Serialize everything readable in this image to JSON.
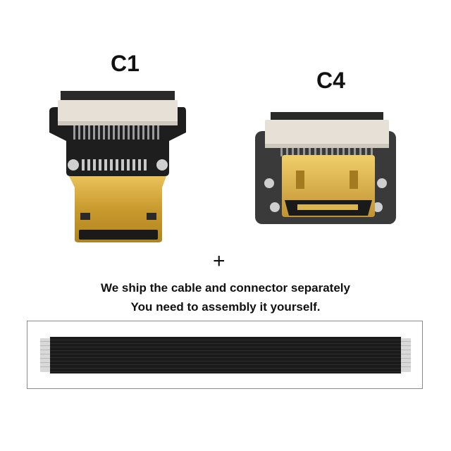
{
  "labels": {
    "left_connector": "C1",
    "right_connector": "C4"
  },
  "plus_sign": "+",
  "captions": {
    "line1": "We ship the cable and connector separately",
    "line2": "You need to assembly it yourself."
  },
  "colors": {
    "pcb": "#1f1f1f",
    "gold": "#d4a93a",
    "cable": "#1a1a1a",
    "fpc_socket": "#e6e0d6"
  }
}
